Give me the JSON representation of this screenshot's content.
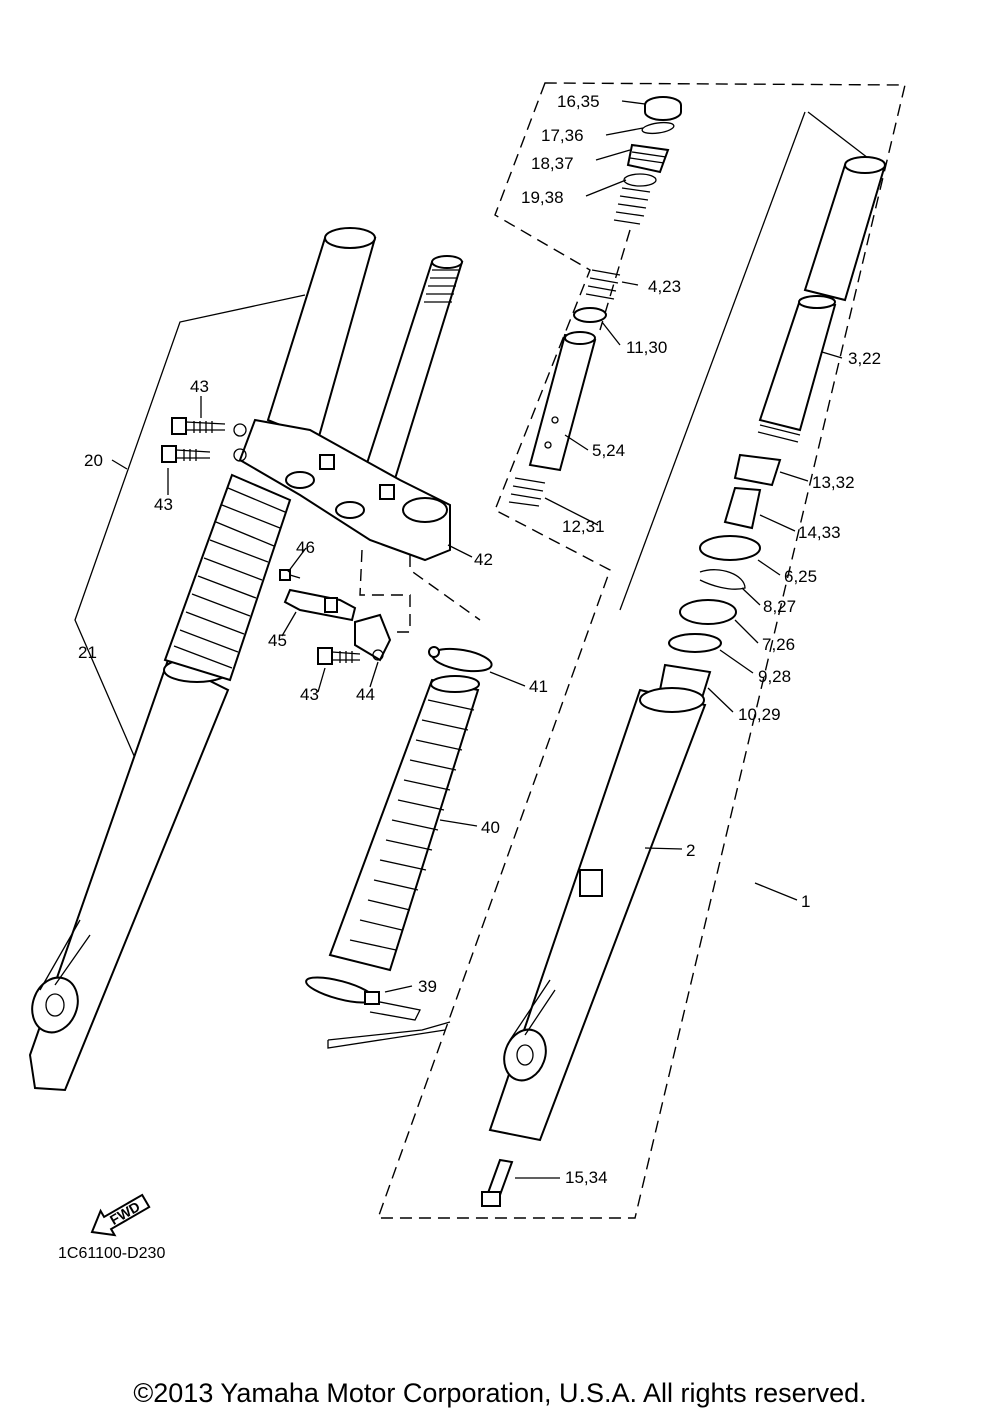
{
  "diagram": {
    "code": "1C61100-D230",
    "fwd_label": "FWD",
    "callouts": [
      "16,35",
      "17,36",
      "18,37",
      "19,38",
      "4,23",
      "11,30",
      "3,22",
      "5,24",
      "12,31",
      "13,32",
      "14,33",
      "6,25",
      "8,27",
      "7,26",
      "9,28",
      "10,29",
      "2",
      "1",
      "15,34",
      "20",
      "21",
      "43",
      "43",
      "43",
      "46",
      "45",
      "44",
      "42",
      "41",
      "40",
      "39"
    ]
  },
  "footer": {
    "copyright": "©2013 Yamaha Motor Corporation, U.S.A. All rights reserved."
  }
}
